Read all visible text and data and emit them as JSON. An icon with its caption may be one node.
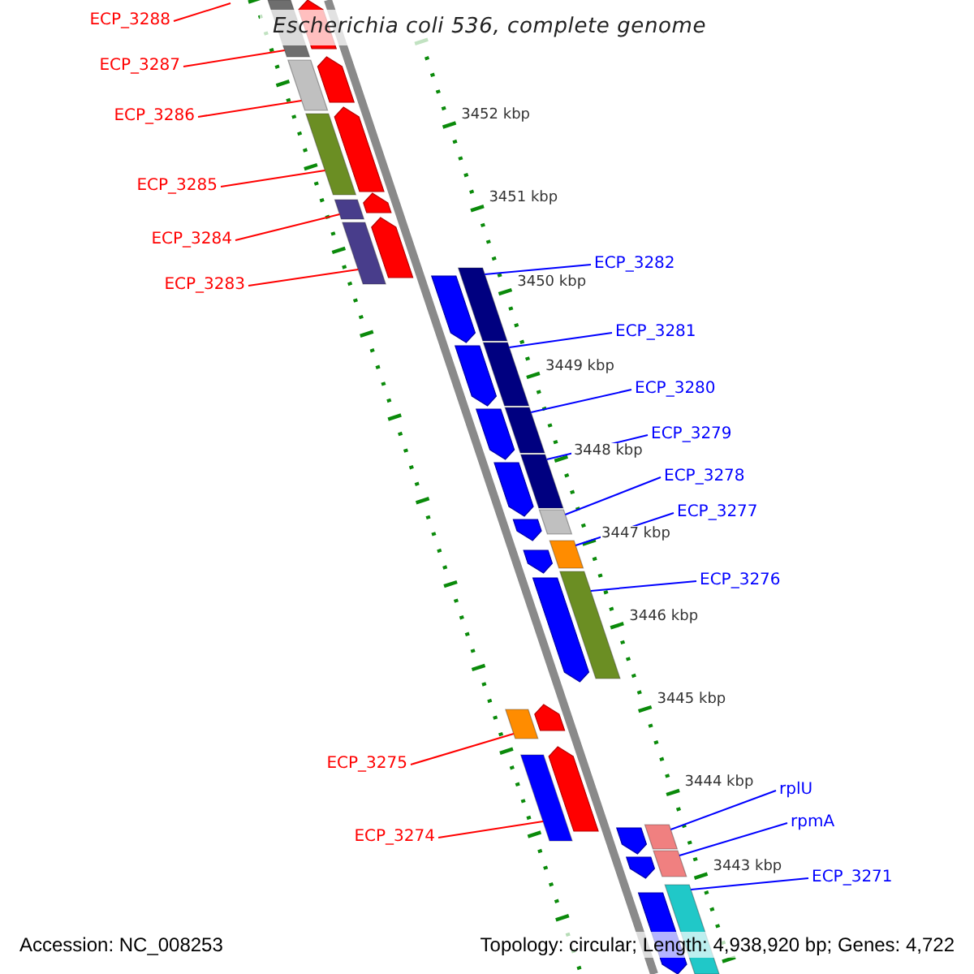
{
  "diagram": {
    "title": "Escherichia coli 536, complete genome",
    "nodes": [
      {
        "text": [
          "ECP_3288"
        ]
      },
      {
        "text": [
          "ECP_3287"
        ]
      },
      {
        "text": [
          "ECP_3286"
        ]
      },
      {
        "text": [
          "ECP_3285"
        ]
      },
      {
        "text": [
          "ECP_3284"
        ]
      },
      {
        "text": [
          "ECP_3282"
        ]
      },
      {
        "text": [
          "ECP_3283"
        ]
      },
      {
        "text": [
          "ECP_3281"
        ]
      },
      {
        "text": [
          "ECP_3280"
        ]
      },
      {
        "text": [
          "ECP_3279"
        ]
      },
      {
        "text": [
          "ECP_3278"
        ]
      },
      {
        "text": [
          "ECP_3277"
        ]
      },
      {
        "text": [
          "ECP_3276"
        ]
      },
      {
        "text": [
          "ECP_3275"
        ]
      },
      {
        "text": [
          "rplU"
        ]
      },
      {
        "text": [
          "rpmA"
        ]
      },
      {
        "text": [
          "ECP_3274"
        ]
      },
      {
        "text": [
          "ECP_3271"
        ]
      },
      {
        "text": [],
        "shape": "box"
      },
      {
        "text": [],
        "shape": "box"
      },
      {
        "text": [],
        "shape": "box"
      },
      {
        "text": [],
        "shape": "box"
      },
      {
        "text": [],
        "shape": "box"
      },
      {
        "text": [],
        "shape": "box"
      },
      {
        "text": [],
        "shape": "box"
      },
      {
        "text": [],
        "shape": "box"
      },
      {
        "text": [],
        "shape": "box"
      },
      {
        "text": [],
        "shape": "box"
      },
      {
        "text": [],
        "shape": "box"
      },
      {
        "text": [],
        "shape": "box"
      },
      {
        "text": [],
        "shape": "box"
      },
      {
        "text": [],
        "shape": "box"
      },
      {
        "text": [],
        "shape": "box"
      },
      {
        "text": [],
        "shape": "box"
      },
      {
        "text": [],
        "shape": "box"
      },
      {
        "text": [],
        "shape": "arrow"
      },
      {
        "text": [],
        "shape": "arrow"
      },
      {
        "text": [],
        "shape": "arrow"
      },
      {
        "text": [],
        "shape": "arrow"
      },
      {
        "text": [],
        "shape": "arrow"
      },
      {
        "text": [],
        "shape": "arrow"
      },
      {
        "text": [],
        "shape": "arrow"
      },
      {
        "text": [],
        "shape": "arrow"
      },
      {
        "text": [],
        "shape": "arrow"
      },
      {
        "text": [],
        "shape": "arrow"
      },
      {
        "text": [],
        "shape": "arrow"
      },
      {
        "text": [],
        "shape": "arrow"
      },
      {
        "text": [],
        "shape": "arrow"
      },
      {
        "text": [],
        "shape": "arrow"
      },
      {
        "text": [],
        "shape": "arrow"
      },
      {
        "text": [],
        "shape": "arrow"
      },
      {
        "text": [],
        "shape": "arrow"
      }
    ],
    "edges": [
      {
        "from": 0,
        "to": null,
        "arrow": "none",
        "color": "#ff0000"
      },
      {
        "from": 1,
        "to": 18,
        "arrow": "none",
        "color": "#ff0000"
      },
      {
        "from": 2,
        "to": 19,
        "arrow": "none",
        "color": "#ff0000"
      },
      {
        "from": 3,
        "to": 20,
        "arrow": "none",
        "color": "#ff0000"
      },
      {
        "from": 4,
        "to": 21,
        "arrow": "none",
        "color": "#ff0000"
      },
      {
        "from": 5,
        "to": 22,
        "arrow": "none"
      },
      {
        "from": 6,
        "to": 23,
        "arrow": "none",
        "color": "#ff0000"
      },
      {
        "from": 7,
        "to": 24,
        "arrow": "none"
      },
      {
        "from": 8,
        "to": 25,
        "arrow": "none"
      },
      {
        "from": 9,
        "to": 26,
        "arrow": "none"
      },
      {
        "from": 10,
        "to": 27,
        "arrow": "none"
      },
      {
        "from": 11,
        "to": 28,
        "arrow": "none"
      },
      {
        "from": 12,
        "to": 29,
        "arrow": "none"
      },
      {
        "from": 13,
        "to": 30,
        "arrow": "none",
        "color": "#ff0000"
      },
      {
        "from": 14,
        "to": 31,
        "arrow": "none"
      },
      {
        "from": 15,
        "to": 32,
        "arrow": "none"
      },
      {
        "from": 16,
        "to": 33,
        "arrow": "none",
        "color": "#ff0000"
      },
      {
        "from": 17,
        "to": 34,
        "arrow": "none"
      }
    ],
    "labels": [
      "3452 kbp",
      "3451 kbp",
      "3450 kbp",
      "3449 kbp",
      "3448 kbp",
      "3447 kbp",
      "3446 kbp",
      "3445 kbp",
      "3444 kbp",
      "3443 kbp",
      "Accession: NC_008253",
      "Topology: circular; Length: 4,938,920 bp; Genes: 4,722"
    ]
  }
}
